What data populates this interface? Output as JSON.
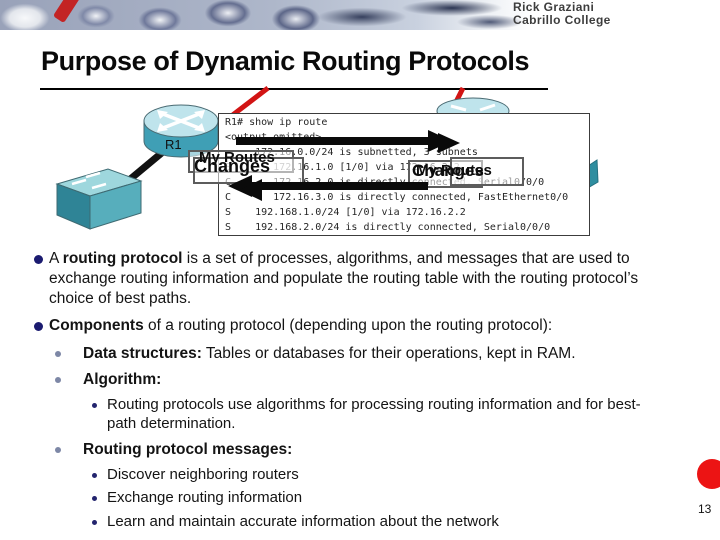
{
  "header": {
    "credit_line1": "Rick Graziani",
    "credit_line2": "Cabrillo College"
  },
  "title": {
    "text": "Purpose of Dynamic Routing Protocols"
  },
  "diagram": {
    "router1_label": "R1",
    "flow_labels": {
      "my_routes": "My Routes",
      "changes": "Changes"
    },
    "terminal": {
      "lines": [
        "R1# show ip route",
        "<output omitted>",
        "     172.16.0.0/24 is subnetted, 3 subnets",
        "S       172.16.1.0 [1/0] via 172.16.2.2",
        "C       172.16.2.0 is directly connected, Serial0/0/0",
        "C       172.16.3.0 is directly connected, FastEthernet0/0",
        "S    192.168.1.0/24 [1/0] via 172.16.2.2",
        "S    192.168.2.0/24 is directly connected, Serial0/0/0"
      ]
    },
    "icons": {
      "router": "router-icon",
      "switch": "switch-icon",
      "arrows": "route-update-arrows"
    }
  },
  "content": {
    "b0": {
      "pre": "A ",
      "bold": "routing protocol",
      "post": " is a set of processes, algorithms, and messages that are used to exchange routing information and populate the routing table with the routing protocol’s choice of best paths."
    },
    "b1": {
      "bold": "Components",
      "post": " of a routing protocol (depending upon the routing protocol):"
    },
    "b2": {
      "bold": "Data structures:",
      "post": " Tables or databases for their operations, kept in RAM."
    },
    "b3": {
      "bold": "Algorithm:"
    },
    "b4": {
      "text": "Routing protocols use algorithms for processing routing information and for best-path determination."
    },
    "b5": {
      "bold": "Routing protocol messages:"
    },
    "b6": {
      "text": "Discover neighboring routers"
    },
    "b7": {
      "text": "Exchange routing information"
    },
    "b8": {
      "text": "Learn and maintain accurate information about the network"
    }
  },
  "footer": {
    "page_number": "13"
  },
  "colors": {
    "accent_red": "#ec1414",
    "bullet_navy": "#1b1b70",
    "link_red": "#d21414",
    "device_teal": "#3f9fb5"
  }
}
